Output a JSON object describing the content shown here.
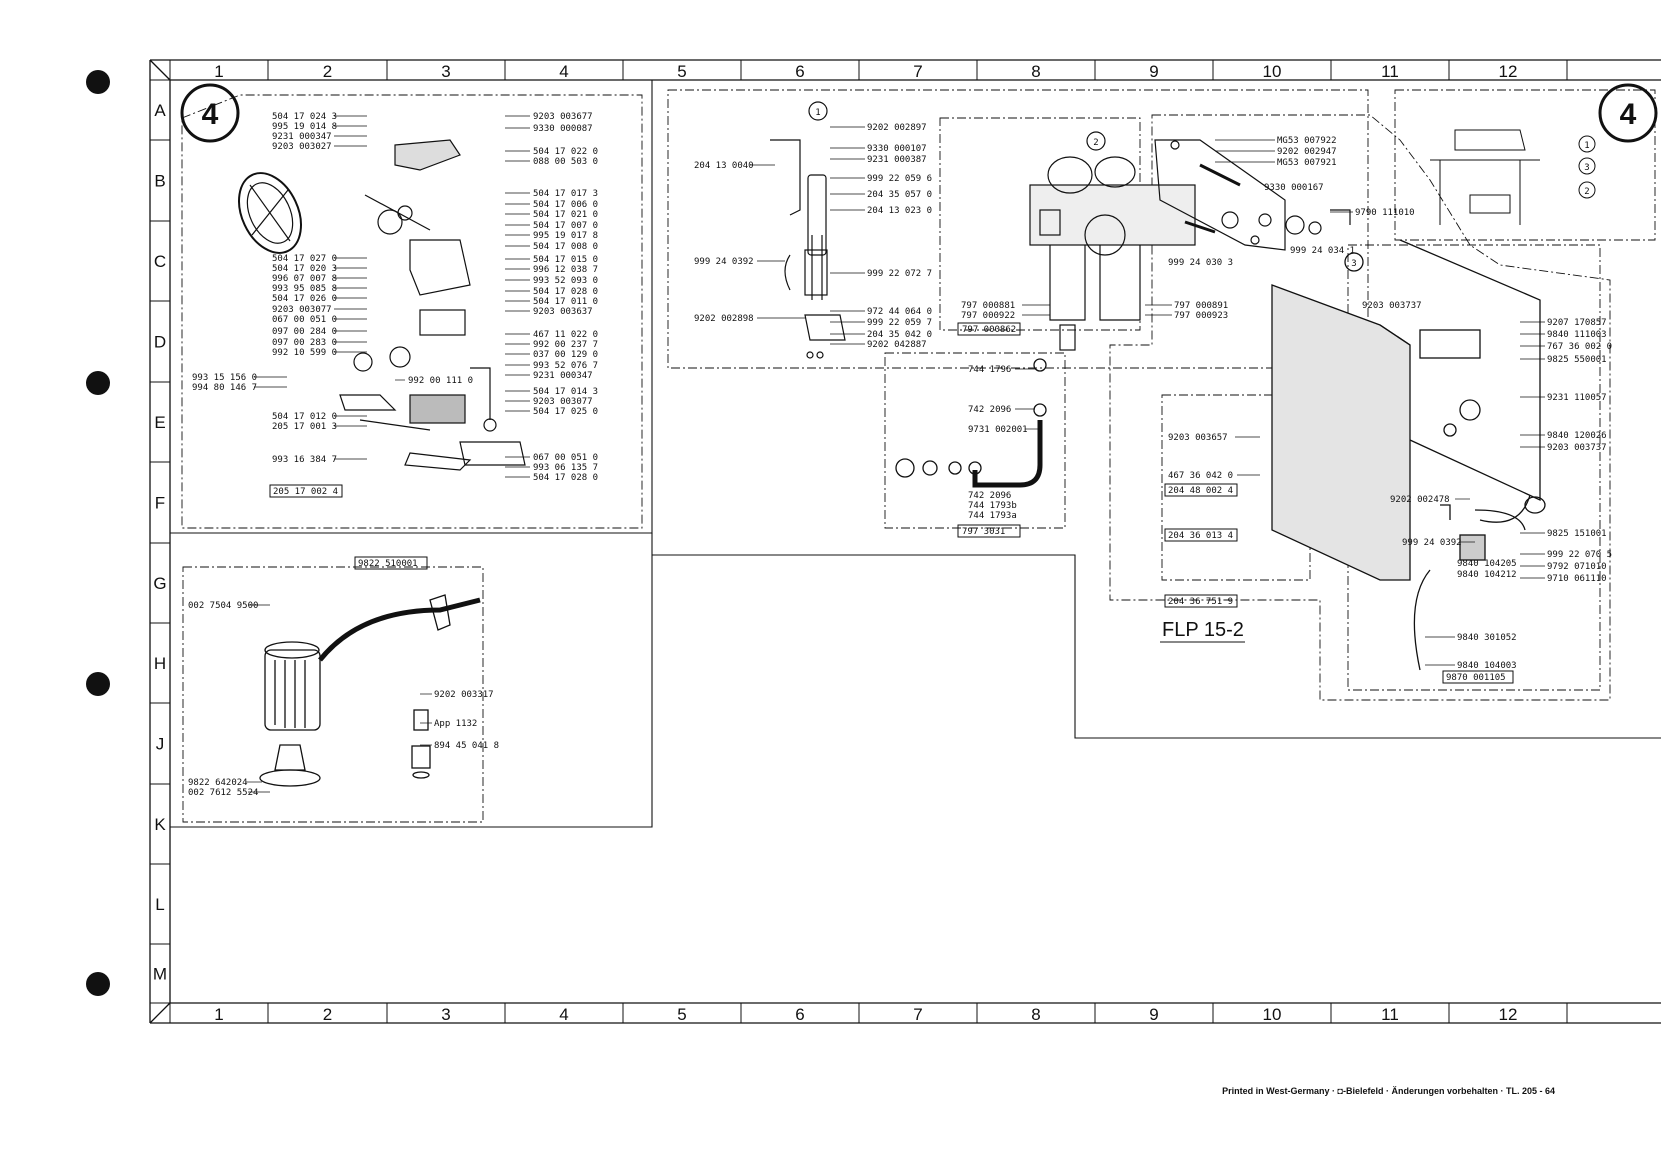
{
  "columns": [
    "1",
    "2",
    "3",
    "4",
    "5",
    "6",
    "7",
    "8",
    "9",
    "10",
    "11",
    "12"
  ],
  "rows": [
    "A",
    "B",
    "C",
    "D",
    "E",
    "F",
    "G",
    "H",
    "J",
    "K",
    "L",
    "M"
  ],
  "sheet_badge": "4",
  "diagram_title": "FLP 15-2",
  "footer_text": "Printed in West-Germany · ◘-Bielefeld · Änderungen vorbehalten · TL. 205 - 64",
  "callouts": [
    "1",
    "2",
    "3"
  ],
  "group1_parts": {
    "left": [
      "504 17 024 3",
      "995 19 014 8",
      "9231 000347",
      "9203 003027",
      "504 17 027 0",
      "504 17 020 3",
      "996 07 007 8",
      "993 95 085 8",
      "504 17 026 0",
      "9203 003077",
      "067 00 051 0",
      "097 00 284 0",
      "097 00 283 0",
      "992 10 599 0",
      "993 15 156 0",
      "994 80 146 7",
      "504 17 012 0",
      "205 17 001 3",
      "993 16 384 7"
    ],
    "right": [
      "9203 003677",
      "9330 000087",
      "504 17 022 0",
      "088 00 503 0",
      "504 17 017 3",
      "504 17 006 0",
      "504 17 021 0",
      "504 17 007 0",
      "995 19 017 8",
      "504 17 008 0",
      "504 17 015 0",
      "996 12 038 7",
      "993 52 093 0",
      "504 17 028 0",
      "504 17 011 0",
      "9203 003637",
      "467 11 022 0",
      "992 00 237 7",
      "037 00 129 0",
      "993 52 076 7",
      "9231 000347",
      "504 17 014 3",
      "9203 003077",
      "504 17 025 0",
      "067 00 051 0",
      "993 06 135 7",
      "504 17 028 0"
    ],
    "misc": "992 00 111 0",
    "box": "205 17 002 4"
  },
  "group_lamp": {
    "box_top": "9822 510001",
    "parts": [
      "002 7504 9500",
      "9202 003317",
      "App 1132",
      "894 45 041 8",
      "9822 642024",
      "002 7612 5524"
    ]
  },
  "group_valve": {
    "parts": [
      "9202 002897",
      "9330 000107",
      "9231 000387",
      "204 13 0040",
      "999 22 059 6",
      "204 35 057 0",
      "204 13 023 0",
      "999 24 0392",
      "999 22 072 7",
      "9202 002898",
      "972 44 064 0",
      "999 22 059 7",
      "204 35 042 0",
      "9202 042887"
    ]
  },
  "group_filter": {
    "parts": [
      "797 000881",
      "797 000922",
      "797 000862",
      "797 000891",
      "797 000923"
    ]
  },
  "group_hose": {
    "parts": [
      "744 1796",
      "742 2096",
      "9731 002001",
      "742 2096",
      "744 1793b",
      "744 1793a"
    ],
    "box": "797 3031"
  },
  "group_bracket": {
    "parts": [
      "MG53 007922",
      "9202 002947",
      "MG53 007921",
      "9330 000167",
      "9790 111010",
      "999 24 030 3",
      "999 24 034 1"
    ]
  },
  "group_box": {
    "parts": [
      "9203 003737",
      "9207 170857",
      "9840 111003",
      "767 36 002 0",
      "9825 550001",
      "9231 110057",
      "9840 120026",
      "9203 003737",
      "9203 003657",
      "467 36 042 0",
      "9202 002478",
      "9825 151001",
      "999 24 0392",
      "999 22 070 5",
      "9792 071010",
      "9710 061110",
      "9840 104205",
      "9840 104212",
      "9840 301052",
      "9840 104003"
    ],
    "boxes": [
      "204 48 002 4",
      "204 36 013 4",
      "204 36 751 9",
      "9870 001105"
    ]
  }
}
